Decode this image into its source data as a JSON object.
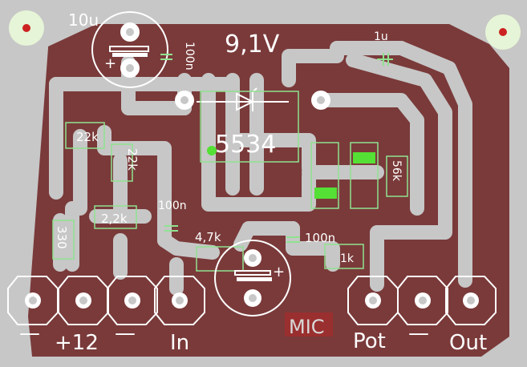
{
  "board": {
    "colors": {
      "substrate": "#c7c7c7",
      "copper": "#7a3a3a",
      "silkscreen": "#ffffff",
      "outline": "#8fe28f",
      "mounting_hole": "#e6f5d7"
    }
  },
  "labels": {
    "cap_10u": "10u",
    "cap_100n_top": "100n",
    "voltage": "9,1V",
    "cap_1u": "1u",
    "ic": "5534",
    "r_22k_a": "22k",
    "r_22k_b": "22k",
    "r_56k": "56k",
    "cap_100n_mid": "100n",
    "r_2_2k": "2,2k",
    "r_330": "330",
    "r_4_7k": "4,7k",
    "cap_100n_right": "100n",
    "r_1k": "1k",
    "mic": "MIC"
  },
  "connectors": [
    {
      "label": "−"
    },
    {
      "label": "+12"
    },
    {
      "label": "−"
    },
    {
      "label": "In"
    },
    {
      "label": "Pot"
    },
    {
      "label": "−"
    },
    {
      "label": "Out"
    }
  ],
  "bottom_labels": {
    "minus_1": "—",
    "plus12": "+12",
    "minus_2": "—",
    "in": "In",
    "pot": "Pot",
    "minus_3": "—",
    "out": "Out"
  }
}
